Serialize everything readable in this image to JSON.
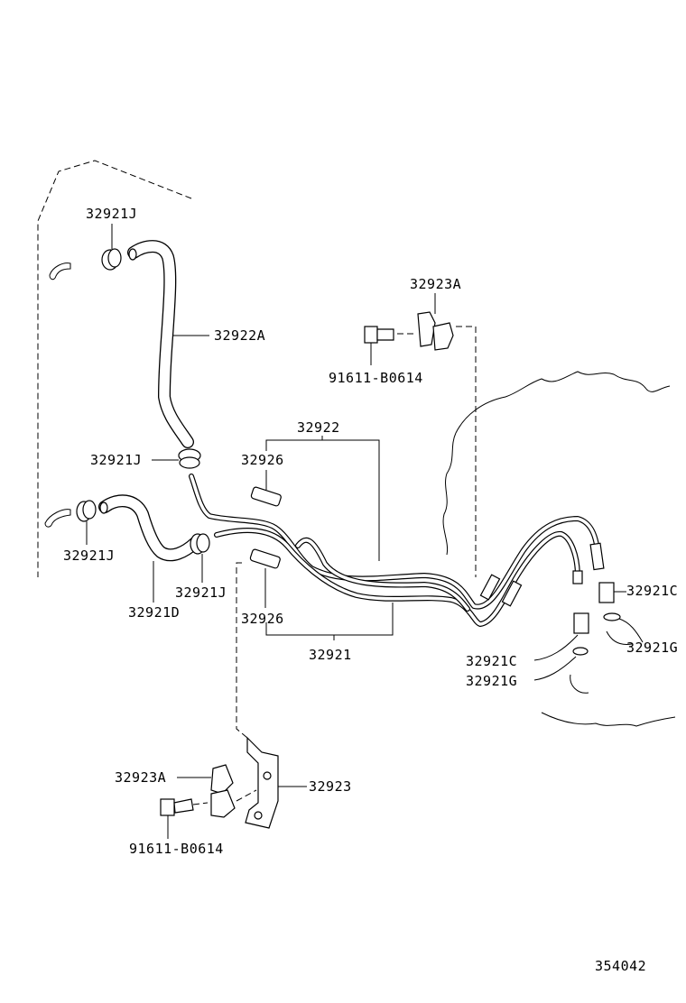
{
  "diagram": {
    "labels": {
      "l_32921J_top": "32921J",
      "l_32922A": "32922A",
      "l_32923A_top": "32923A",
      "l_91611_top": "91611-B0614",
      "l_32922": "32922",
      "l_32921J_mid": "32921J",
      "l_32926_top": "32926",
      "l_32921J_left": "32921J",
      "l_32921J_center": "32921J",
      "l_32921D": "32921D",
      "l_32926_bot": "32926",
      "l_32921": "32921",
      "l_32921C_right": "32921C",
      "l_32921G_right": "32921G",
      "l_32921C_mid": "32921C",
      "l_32921G_mid": "32921G",
      "l_32923A_bot": "32923A",
      "l_32923": "32923",
      "l_91611_bot": "91611-B0614",
      "l_ref": "354042"
    }
  }
}
